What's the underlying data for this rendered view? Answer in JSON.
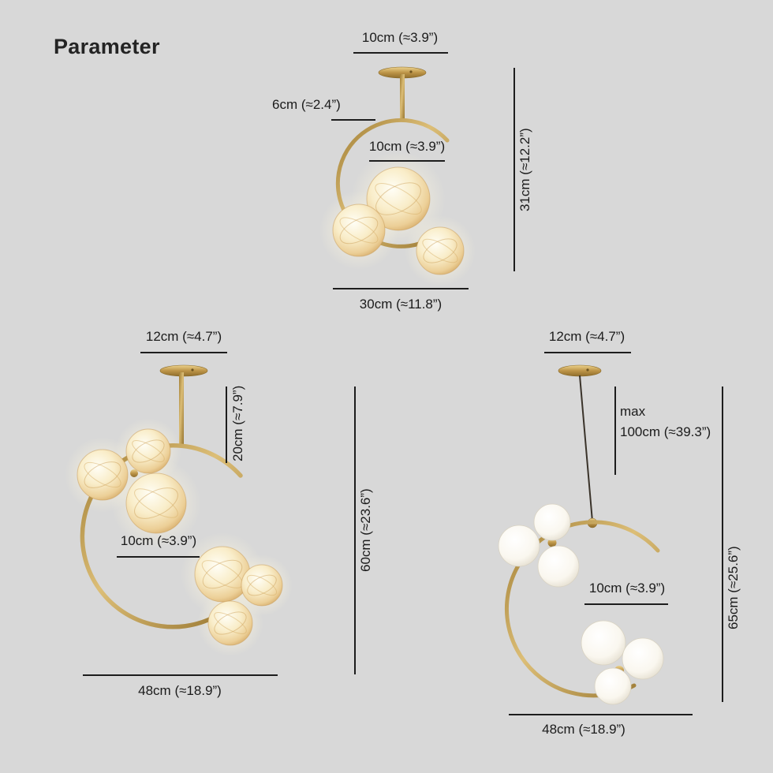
{
  "page": {
    "title": "Parameter"
  },
  "colors": {
    "background": "#d8d8d8",
    "gold": "#bd9548",
    "text": "#1b1b1b"
  },
  "lamp_small": {
    "canopy_width": "10cm (≈3.9”)",
    "stem_length": "6cm (≈2.4”)",
    "globe_diameter": "10cm (≈3.9”)",
    "total_height": "31cm (≈12.2”)",
    "total_width": "30cm (≈11.8”)"
  },
  "lamp_large": {
    "canopy_width": "12cm (≈4.7”)",
    "rod_length": "20cm (≈7.9”)",
    "globe_diameter": "10cm (≈3.9”)",
    "total_height": "60cm (≈23.6”)",
    "total_width": "48cm (≈18.9”)"
  },
  "lamp_pendant": {
    "canopy_width": "12cm (≈4.7”)",
    "cord_max_label": "max",
    "cord_max_length": "100cm (≈39.3”)",
    "globe_diameter": "10cm (≈3.9”)",
    "total_height": "65cm (≈25.6”)",
    "total_width": "48cm (≈18.9”)"
  }
}
